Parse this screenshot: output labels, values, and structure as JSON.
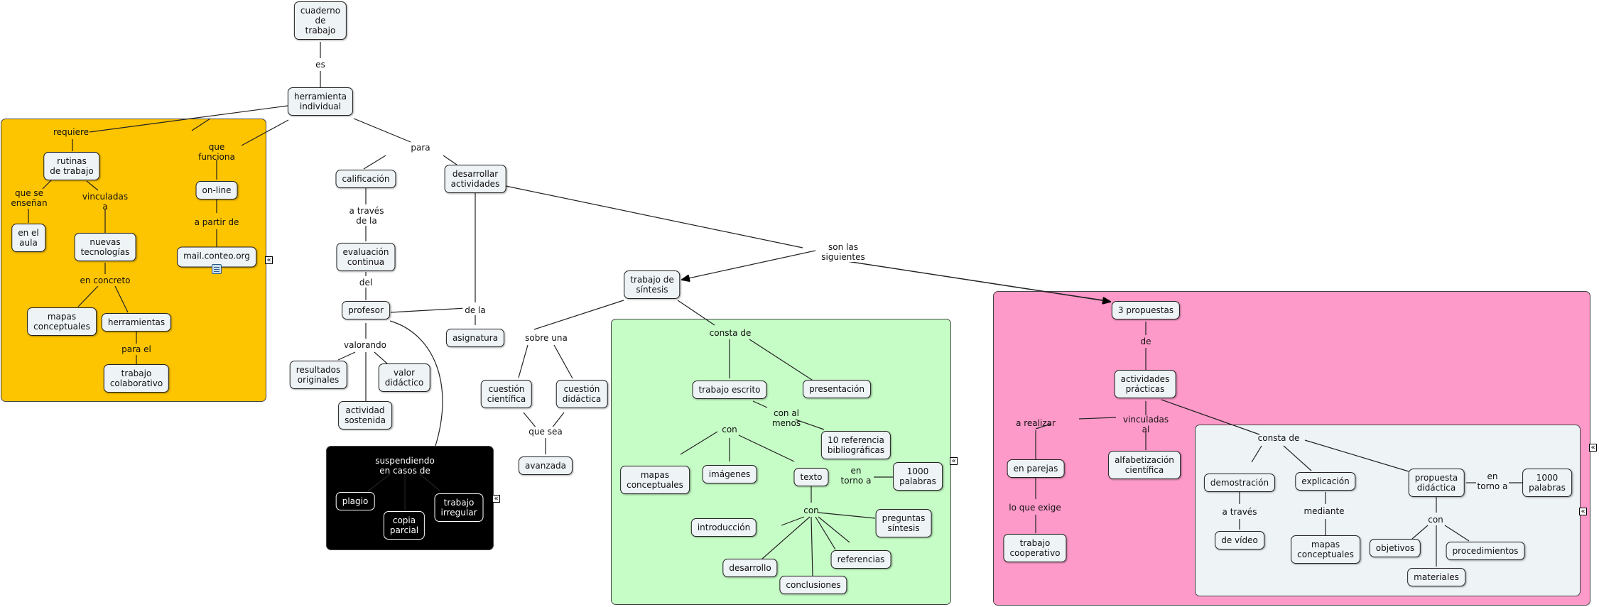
{
  "colors": {
    "yellow_panel": "#fdc400",
    "black_panel": "#000000",
    "green_panel": "#c6fcc6",
    "pink_panel": "#fd9ac9",
    "inner_panel": "#eef3f6",
    "node_fill": "#eef3f6",
    "line": "#222222"
  },
  "icons": {
    "expand_icon": "«",
    "resource_icon": "document-icon"
  },
  "concepts": {
    "cuaderno": "cuaderno\nde\ntrabajo",
    "herramienta": "herramienta\nindividual",
    "rutinas": "rutinas\nde trabajo",
    "en_el_aula": "en el\naula",
    "nuevas_tecnologias": "nuevas\ntecnologías",
    "mapas_conceptuales_1": "mapas\nconceptuales",
    "herramientas": "herramientas",
    "trabajo_colaborativo": "trabajo\ncolaborativo",
    "on_line": "on-line",
    "mail": "mail.conteo.org",
    "calificacion": "calificación",
    "evaluacion": "evaluación\ncontinua",
    "profesor": "profesor",
    "resultados": "resultados\noriginales",
    "valor": "valor\ndidáctico",
    "actividad_sostenida": "actividad\nsostenida",
    "plagio": "plagio",
    "copia_parcial": "copia\nparcial",
    "trabajo_irregular": "trabajo\nirregular",
    "desarrollar": "desarrollar\nactividades",
    "asignatura": "asignatura",
    "trabajo_sintesis": "trabajo de\nsíntesis",
    "cuestion_cientifica": "cuestión\ncientífica",
    "cuestion_didactica": "cuestión\ndidáctica",
    "avanzada": "avanzada",
    "trabajo_escrito": "trabajo escrito",
    "presentacion": "presentación",
    "diez_referencias": "10 referencia\nbibliográficas",
    "mapas_conceptuales_2": "mapas\nconceptuales",
    "imagenes": "imágenes",
    "texto": "texto",
    "mil_palabras_1": "1000\npalabras",
    "introduccion": "introducción",
    "preguntas": "preguntas\nsíntesis",
    "desarrollo": "desarrollo",
    "referencias": "referencias",
    "conclusiones": "conclusiones",
    "tres_propuestas": "3 propuestas",
    "actividades_practicas": "actividades\nprácticas",
    "en_parejas": "en parejas",
    "trabajo_cooperativo": "trabajo\ncooperativo",
    "alfabetizacion": "alfabetización\ncientífica",
    "demostracion": "demostración",
    "de_video": "de vídeo",
    "explicacion": "explicación",
    "mapas_conceptuales_3": "mapas\nconceptuales",
    "propuesta_didactica": "propuesta\ndidáctica",
    "mil_palabras_2": "1000\npalabras",
    "objetivos": "objetivos",
    "procedimientos": "procedimientos",
    "materiales": "materiales"
  },
  "links": {
    "es": "es",
    "requiere": "requiere",
    "que_se_ensenan": "que se\nenseñan",
    "vinculadas_a": "vinculadas\na",
    "en_concreto": "en concreto",
    "para_el": "para el",
    "que_funciona": "que\nfunciona",
    "a_partir_de": "a partir de",
    "para": "para",
    "a_traves_de_la": "a través\nde la",
    "del": "del",
    "de_la": "de la",
    "valorando": "valorando",
    "suspendiendo": "suspendiendo\nen casos de",
    "son_las_siguientes": "son las\nsiguientes",
    "sobre_una": "sobre una",
    "que_sea": "que sea",
    "consta_de_1": "consta de",
    "con_al_menos": "con al\nmenos",
    "con_1": "con",
    "en_torno_a_1": "en\ntorno a",
    "con_2": "con",
    "de": "de",
    "a_realizar": "a realizar",
    "lo_que_exige": "lo que exige",
    "vinculadas_al": "vinculadas\nal",
    "consta_de_2": "consta de",
    "a_traves": "a través",
    "mediante": "mediante",
    "en_torno_a_2": "en\ntorno a",
    "con_3": "con"
  }
}
